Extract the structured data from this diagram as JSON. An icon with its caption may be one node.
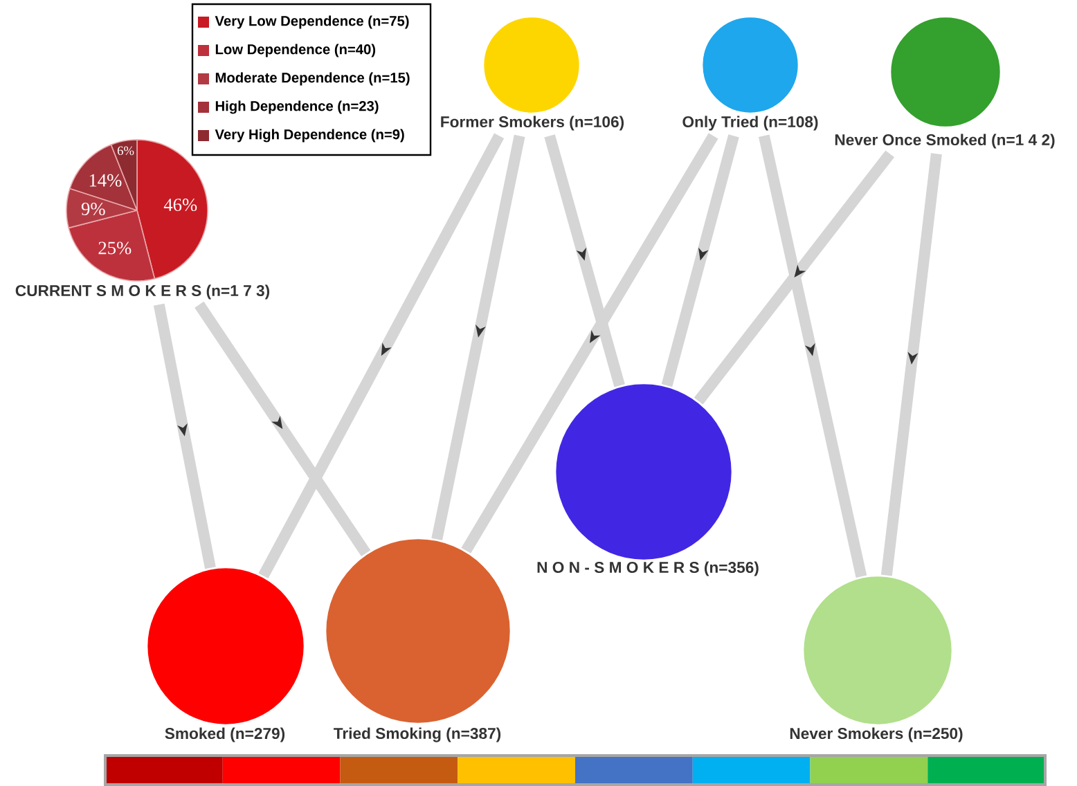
{
  "diagram": {
    "nodes": [
      {
        "text": [
          "CURRENT S M O K E R S (n=1 7 3)"
        ]
      },
      {
        "text": [
          "Former Smokers (n=106)"
        ]
      },
      {
        "text": [
          "Only Tried (n=108)"
        ]
      },
      {
        "text": [
          "Never Once Smoked (n=1 4 2)"
        ]
      },
      {
        "text": [
          "N O N - S M O K E R S (n=356)"
        ]
      },
      {
        "text": [
          "Smoked (n=279)"
        ]
      },
      {
        "text": [
          "Tried Smoking (n=387)"
        ]
      },
      {
        "text": [
          "Never Smokers (n=250)"
        ]
      }
    ],
    "edges": [
      {
        "from": 0,
        "to": 5,
        "arrow": "to"
      },
      {
        "from": 0,
        "to": 6,
        "arrow": "to"
      },
      {
        "from": 1,
        "to": 5,
        "arrow": "to"
      },
      {
        "from": 1,
        "to": 6,
        "arrow": "to"
      },
      {
        "from": 1,
        "to": 4,
        "arrow": "to"
      },
      {
        "from": 2,
        "to": 6,
        "arrow": "to"
      },
      {
        "from": 2,
        "to": 4,
        "arrow": "to"
      },
      {
        "from": 2,
        "to": 7,
        "arrow": "to"
      },
      {
        "from": 3,
        "to": 4,
        "arrow": "to"
      },
      {
        "from": 3,
        "to": 7,
        "arrow": "to"
      }
    ],
    "legend": [
      {
        "text": "Very Low Dependence (n=75)",
        "color": "#c81a22"
      },
      {
        "text": "Low Dependence (n=40)",
        "color": "#bd313c"
      },
      {
        "text": "Moderate Dependence (n=15)",
        "color": "#b23a43"
      },
      {
        "text": "High Dependence (n=23)",
        "color": "#a3323a"
      },
      {
        "text": "Very High Dependence (n=9)",
        "color": "#8e2b30"
      }
    ],
    "chart_data": {
      "type": "pie",
      "values": [
        46,
        25,
        9,
        14,
        6
      ],
      "value_labels": [
        "46%",
        "25%",
        "9%",
        "14%",
        "6%"
      ]
    }
  }
}
